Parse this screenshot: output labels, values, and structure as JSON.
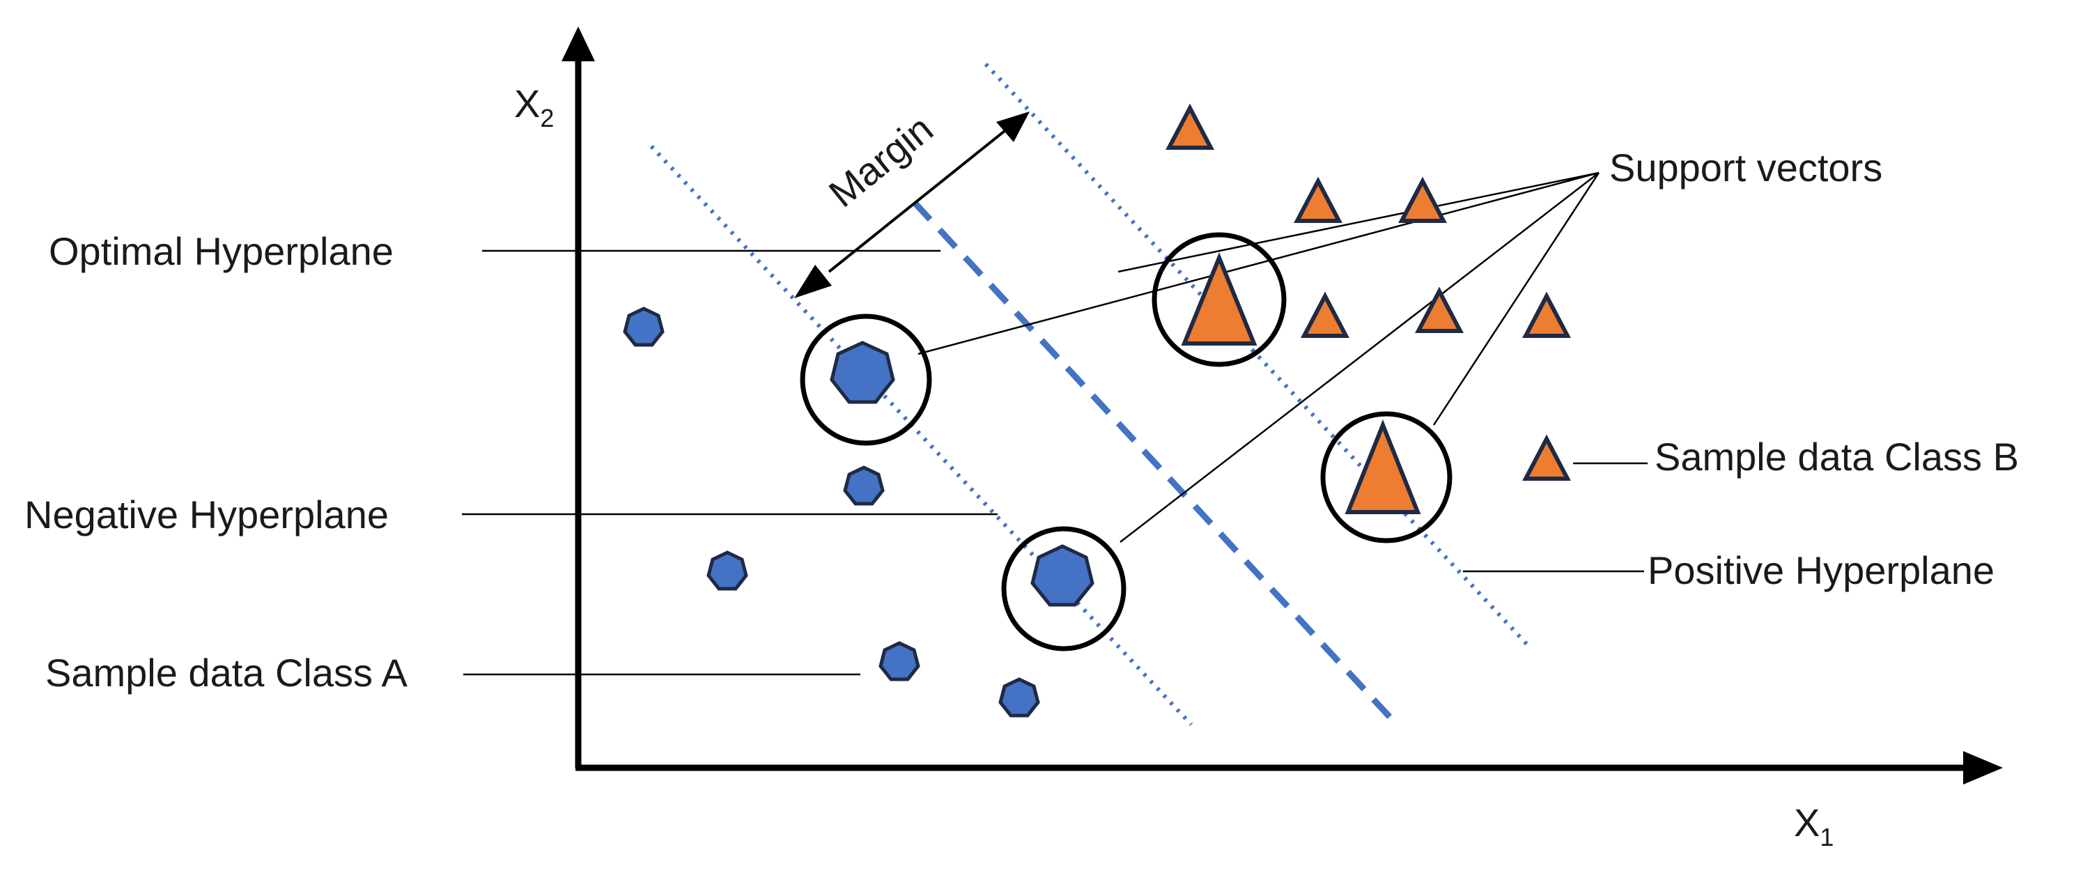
{
  "axes": {
    "x_label": "X",
    "x_sub": "1",
    "y_label": "X",
    "y_sub": "2"
  },
  "labels": {
    "margin": "Margin",
    "support_vectors": "Support vectors",
    "optimal_hyperplane": "Optimal Hyperplane",
    "negative_hyperplane": "Negative Hyperplane",
    "sample_class_a": "Sample data Class A",
    "sample_class_b": "Sample data Class B",
    "positive_hyperplane": "Positive Hyperplane"
  },
  "colors": {
    "class_a_fill": "#4472C4",
    "class_b_fill": "#ED7D31",
    "outline": "#1F2A44",
    "hyperplane": "#4472C4"
  }
}
